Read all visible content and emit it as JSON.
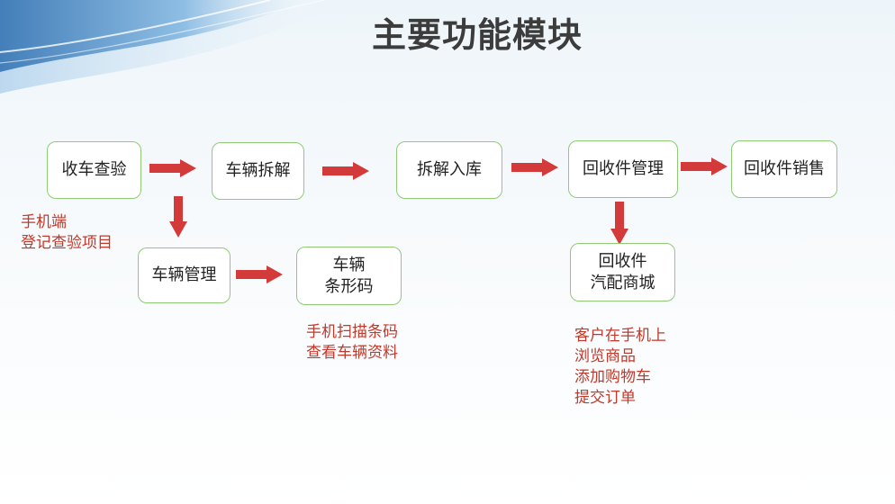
{
  "title": "主要功能模块",
  "nodes": {
    "inspect": "收车查验",
    "dismantle": "车辆拆解",
    "storage": "拆解入库",
    "parts_mgmt": "回收件管理",
    "parts_sales": "回收件销售",
    "vehicle_mgmt": "车辆管理",
    "barcode": "车辆\n条形码",
    "mall": "回收件\n汽配商城"
  },
  "notes": {
    "inspect": "手机端\n登记查验项目",
    "barcode": "手机扫描条码\n查看车辆资料",
    "mall": "客户在手机上\n浏览商品\n添加购物车\n提交订单"
  },
  "colors": {
    "node_border": "#8fca77",
    "arrow": "#d33b3b",
    "note_text": "#c0392b"
  }
}
